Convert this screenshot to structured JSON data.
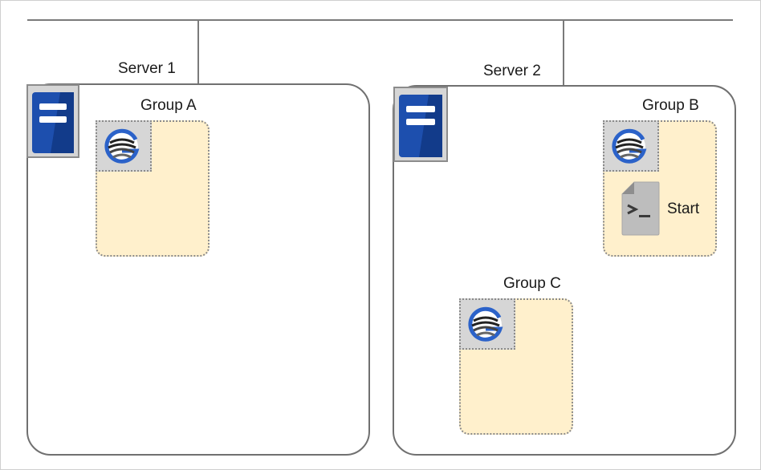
{
  "diagram": {
    "servers": [
      {
        "id": "server1",
        "label": "Server 1"
      },
      {
        "id": "server2",
        "label": "Server 2"
      }
    ],
    "groups": [
      {
        "id": "groupA",
        "label": "Group A",
        "server": "server1"
      },
      {
        "id": "groupB",
        "label": "Group B",
        "server": "server2"
      },
      {
        "id": "groupC",
        "label": "Group C",
        "server": "server2"
      }
    ],
    "resources": [
      {
        "id": "startScript",
        "label": "Start",
        "group": "groupB",
        "icon": "script-icon"
      }
    ],
    "colors": {
      "server_icon": "#1d4fae",
      "group_fill": "#fff0cc",
      "g_logo_ring": "#2b62c9",
      "line": "#7a7a7a"
    }
  }
}
